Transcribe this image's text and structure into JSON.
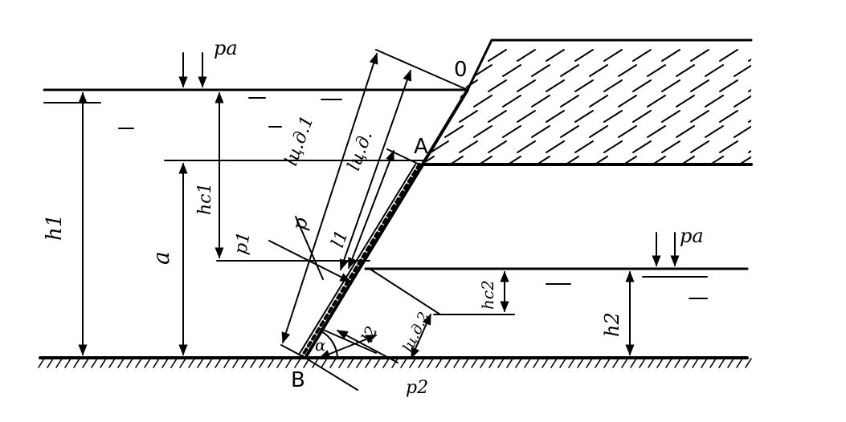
{
  "diagram": {
    "labels": {
      "point_o": "0",
      "point_a": "A",
      "point_b": "B",
      "pa_left": "pa",
      "pa_right": "pa",
      "h1": "h1",
      "h2": "h2",
      "a": "a",
      "hc1": "hc1",
      "hc2": "hc2",
      "ld1": "lц.д.1",
      "ld": "lц.д.",
      "l1": "l1",
      "l2": "l2",
      "ld2": "lц.д.2",
      "p1": "p1",
      "p": "p",
      "p2": "p2",
      "alpha": "α"
    }
  }
}
